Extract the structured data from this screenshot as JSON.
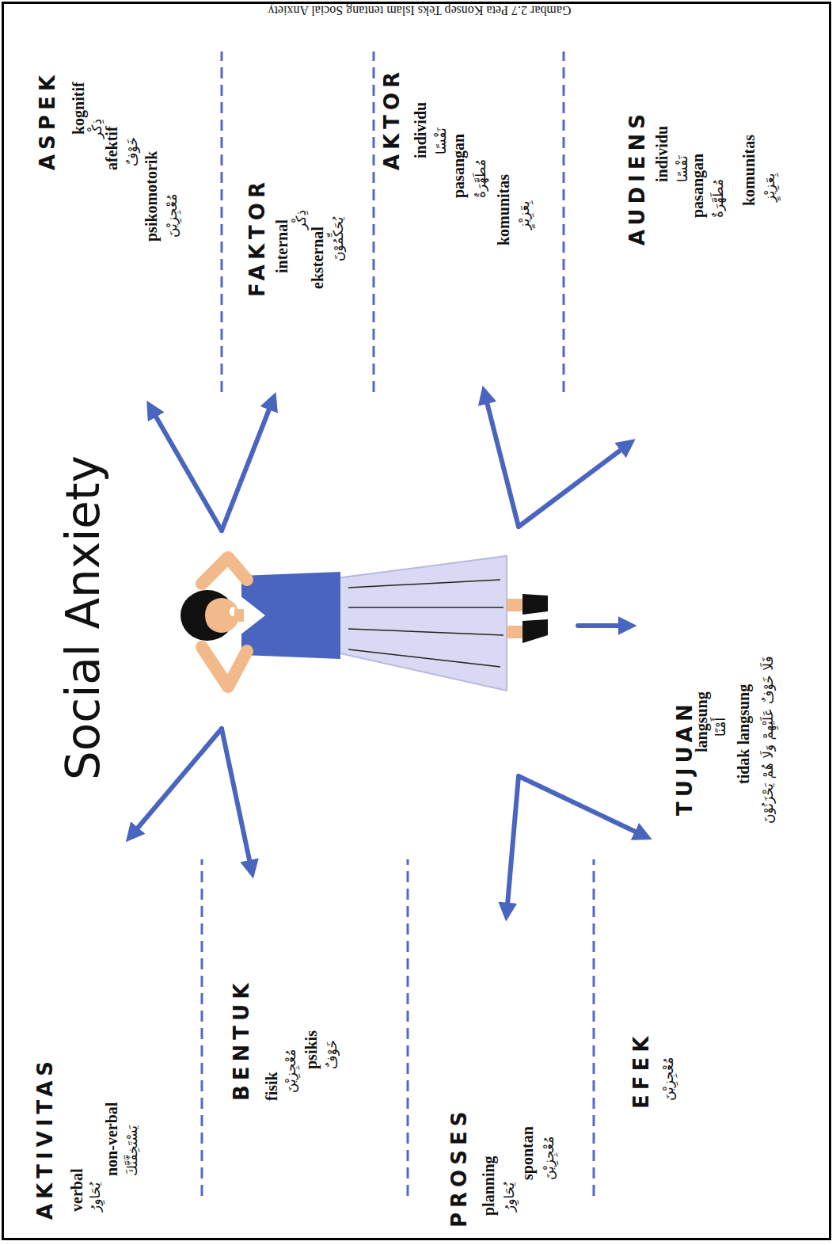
{
  "diagram": {
    "title": "Social Anxiety",
    "caption": "Gambar 2.7 Peta Konsep Teks Islam tentang Social Anxiety",
    "nodes": [
      {
        "text": [
          "AKTIVITAS",
          "verbal",
          "يُحَاوِرُ",
          "non-verbal",
          "يَسْتَخِفَّنَّكَ"
        ]
      },
      {
        "text": [
          "BENTUK",
          "fisik",
          "مُعْجِزِيْنَ",
          "psikis",
          "خَوْفٌ"
        ]
      },
      {
        "text": [
          "PROSES",
          "planning",
          "يُحَاوِرُ",
          "spontan",
          "مُعْجِزِيْنَ"
        ]
      },
      {
        "text": [
          "EFEK",
          "مُعْجِزِيْنَ"
        ]
      },
      {
        "text": [
          "TUJUAN",
          "langsung",
          "أَمْنًا",
          "tidak langsung",
          "فَلَا خَوْفٌ عَلَيْهِمْ وَلَا هُمْ يَحْزَنُوْنَ"
        ]
      },
      {
        "text": [
          "ASPEK",
          "kognitif",
          "ذِكْر",
          "afektif",
          "خَوْفٌ",
          "psikomotorik",
          "مُعْجِزِيْنَ"
        ]
      },
      {
        "text": [
          "FAKTOR",
          "internal",
          "ذِكْر",
          "eksternal",
          "يُحَكِّمُوْنَ"
        ]
      },
      {
        "text": [
          "AKTOR",
          "individu",
          "نَفْسًا",
          "pasangan",
          "مُطَهَّرَةٌ",
          "komunitas",
          "بِعَزِيْزٍ"
        ]
      },
      {
        "text": [
          "AUDIENS",
          "individu",
          "نَفْسًا",
          "pasangan",
          "مُطَهَّرَةٌ",
          "komunitas",
          "بِعَزِيْزٍ"
        ]
      }
    ]
  }
}
